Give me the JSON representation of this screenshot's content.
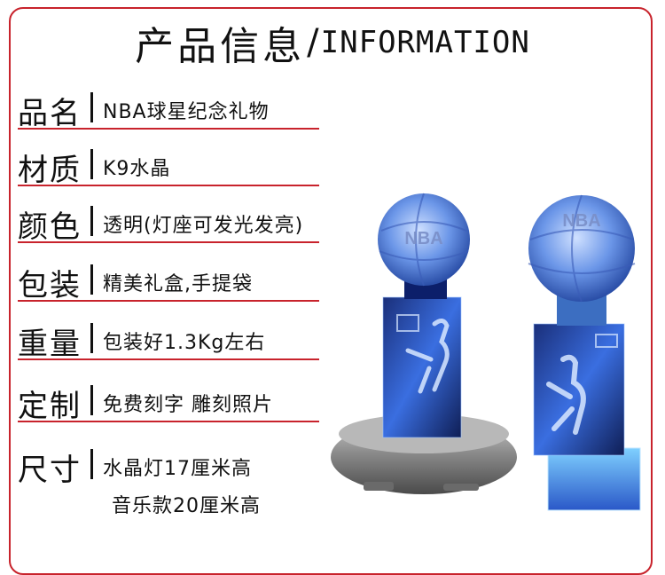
{
  "header": {
    "title_cn": "产品信息",
    "separator": "/",
    "title_en": "INFORMATION"
  },
  "rows": [
    {
      "label": "品名",
      "value": "NBA球星纪念礼物"
    },
    {
      "label": "材质",
      "value": "K9水晶"
    },
    {
      "label": "颜色",
      "value": "透明(灯座可发光发亮)"
    },
    {
      "label": "包装",
      "value": "精美礼盒,手提袋"
    },
    {
      "label": "重量",
      "value": "包装好1.3Kg左右"
    },
    {
      "label": "定制",
      "value": "免费刻字 雕刻照片"
    },
    {
      "label": "尺寸",
      "value": "水晶灯17厘米高",
      "value2": "音乐款20厘米高"
    }
  ],
  "product": {
    "ball_text": "NBA"
  },
  "colors": {
    "accent": "#c8232c",
    "text": "#111111",
    "crystal_blue": "#4a7fe0"
  }
}
